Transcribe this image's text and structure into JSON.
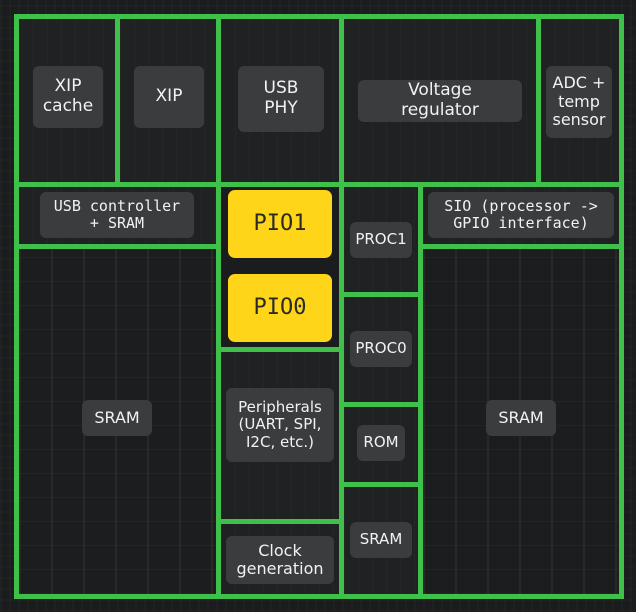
{
  "colors": {
    "outline": "#3fc04a",
    "die": "#1b1c1d",
    "label_bg": "#3a3c3e",
    "pio": "#ffd51a"
  },
  "blocks": {
    "xip_cache": "XIP\ncache",
    "xip": "XIP",
    "usb_phy": "USB\nPHY",
    "voltage_regulator": "Voltage\nregulator",
    "adc": "ADC +\ntemp\nsensor",
    "usb_controller": "USB controller\n+ SRAM",
    "pio1": "PIO1",
    "pio0": "PIO0",
    "proc1": "PROC1",
    "proc0": "PROC0",
    "sio": "SIO (processor ->\nGPIO interface)",
    "sram_left": "SRAM",
    "sram_right": "SRAM",
    "peripherals": "Peripherals\n(UART, SPI,\nI2C, etc.)",
    "rom": "ROM",
    "sram_small": "SRAM",
    "clock": "Clock\ngeneration"
  }
}
